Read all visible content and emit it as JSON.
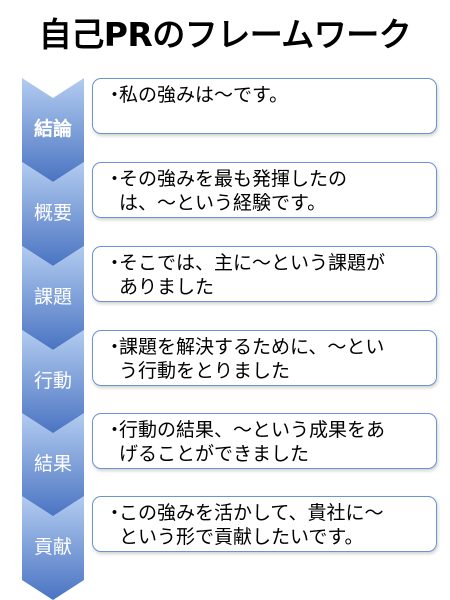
{
  "title": "自己PRのフレームワーク",
  "bullet": "・",
  "steps": [
    {
      "label": "結論",
      "text": "私の強みは〜です。"
    },
    {
      "label": "概要",
      "text": "その強みを最も発揮したの\nは、〜という経験です。"
    },
    {
      "label": "課題",
      "text": "そこでは、主に〜という課題が\nありました"
    },
    {
      "label": "行動",
      "text": "課題を解決するために、〜とい\nう行動をとりました"
    },
    {
      "label": "結果",
      "text": "行動の結果、〜という成果をあ\nげることができました"
    },
    {
      "label": "貢献",
      "text": "この強みを活かして、貴社に〜\nという形で貢献したいです。"
    }
  ],
  "colors": {
    "chevron_top": "#a9c3ec",
    "chevron_bottom": "#4e78c4",
    "box_border": "#6f93cf"
  }
}
